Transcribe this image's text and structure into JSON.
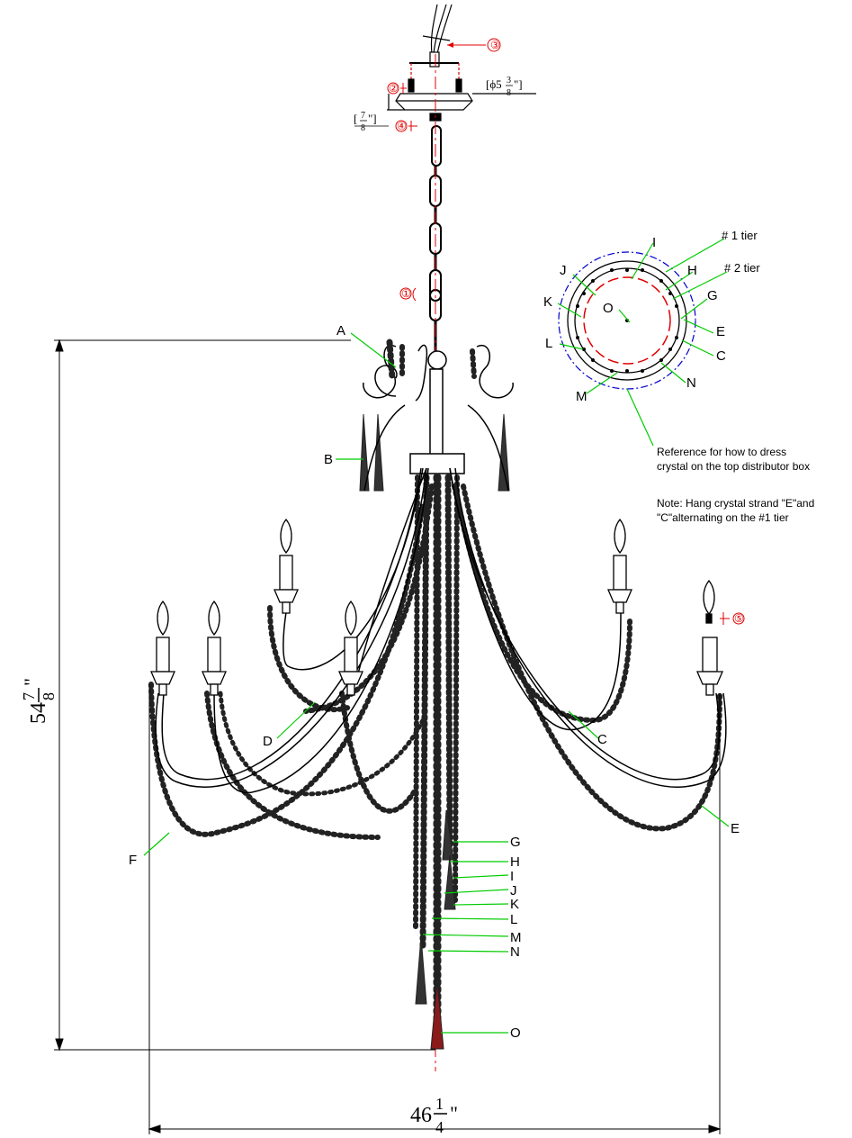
{
  "dimensions": {
    "height_whole": "54",
    "height_num": "7",
    "height_den": "8",
    "height_unit": "\"",
    "width_whole": "46",
    "width_num": "1",
    "width_den": "4",
    "width_unit": "\"",
    "canopy_diameter": "[ϕ5",
    "canopy_diameter_num": "3",
    "canopy_diameter_den": "8",
    "canopy_diameter_end": "\"]",
    "canopy_height_open": "[",
    "canopy_height_num": "7",
    "canopy_height_den": "8",
    "canopy_height_close": "\"]"
  },
  "callouts": {
    "one": "①",
    "two": "②",
    "three": "③",
    "four": "④",
    "five": "⑤"
  },
  "part_labels": {
    "A": "A",
    "B": "B",
    "C": "C",
    "D": "D",
    "E": "E",
    "F": "F",
    "G": "G",
    "H": "H",
    "I": "I",
    "J": "J",
    "K": "K",
    "L": "L",
    "M": "M",
    "N": "N",
    "O": "O"
  },
  "tier_diagram": {
    "tier1": "# 1 tier",
    "tier2": "# 2 tier",
    "labels": {
      "I": "I",
      "H": "H",
      "J": "J",
      "G": "G",
      "K": "K",
      "O": "O",
      "E": "E",
      "L": "L",
      "C": "C",
      "M": "M",
      "N": "N"
    }
  },
  "notes": {
    "reference_line1": "Reference for how to dress",
    "reference_line2": "crystal on the top distributor box",
    "note_line1": "Note: Hang crystal strand \"E\"and",
    "note_line2": "\"C\"alternating on the #1 tier"
  },
  "colors": {
    "leader": "#00cc00",
    "red": "#e00000",
    "blue": "#0000cc",
    "ink": "#000000"
  }
}
